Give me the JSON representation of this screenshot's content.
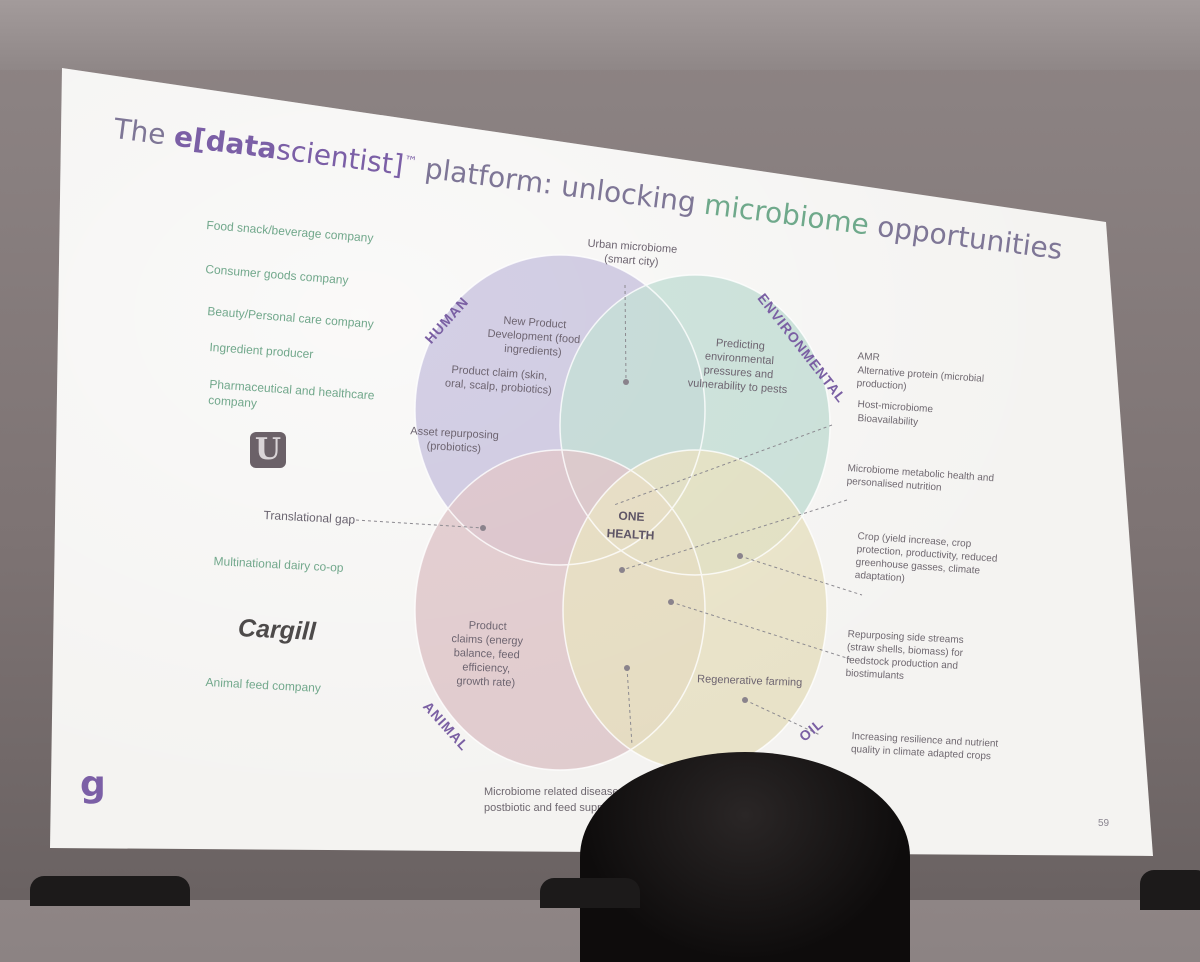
{
  "slide": {
    "title_pre": "The ",
    "title_brand_e": "e[",
    "title_brand_data": "data",
    "title_brand_scientist": "scientist]",
    "title_tm": "™",
    "title_mid": " platform: unlocking ",
    "title_green": "microbiome",
    "title_post": " opportunities",
    "page_number": "59",
    "logo_g": "g"
  },
  "companies": [
    "Food snack/beverage company",
    "Consumer goods company",
    "Beauty/Personal care company",
    "Ingredient producer",
    "Pharmaceutical and healthcare company",
    "Translational gap",
    "Multinational dairy co-op",
    "Animal feed company"
  ],
  "logos": {
    "cargill": "Cargill",
    "unilever": "U"
  },
  "venn": {
    "sectors": {
      "human": "HUMAN",
      "environmental": "ENVIRONMENTAL",
      "animal": "ANIMAL",
      "soil": "OIL"
    },
    "center": "ONE HEALTH",
    "colors": {
      "human": "#c9c5e4",
      "environmental": "#c5e2d9",
      "animal": "#e6c9cf",
      "soil": "#efe8c8"
    },
    "labels": {
      "urban": "Urban microbiome (smart city)",
      "npd": "New Product Development (food ingredients)",
      "product_claim": "Product claim (skin, oral, scalp, probiotics)",
      "asset": "Asset repurposing (probiotics)",
      "predicting": "Predicting environmental pressures and vulnerability to pests",
      "product_claims_animal": "Product claims (energy balance, feed efficiency, growth rate)",
      "regenerative": "Regenerative farming"
    }
  },
  "right_labels": {
    "amr": "AMR",
    "alt_protein": "Alternative protein (microbial production)",
    "host_microbiome": "Host-microbiome",
    "bioavailability": "Bioavailability",
    "metabolic": "Microbiome metabolic health and personalised nutrition",
    "crop": "Crop (yield increase, crop protection, productivity, reduced greenhouse gasses, climate adaptation)",
    "repurposing": "Repurposing side streams (straw shells, biomass) for feedstock production and biostimulants",
    "resilience": "Increasing resilience and nutrient quality in climate adapted crops"
  },
  "bottom": {
    "disease": "Microbiome related disease managem",
    "postbiotic": "postbiotic and feed supplements"
  }
}
